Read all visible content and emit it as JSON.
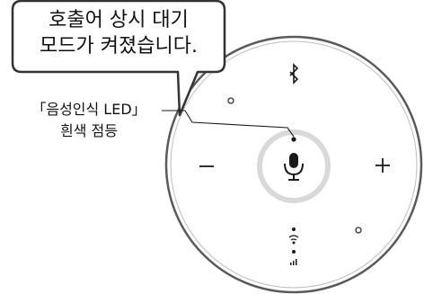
{
  "callout": {
    "line1": "호출어 상시 대기",
    "line2": "모드가 켜졌습니다."
  },
  "led_label": {
    "line1": "「음성인식 LED」",
    "line2": "흰색 점등"
  },
  "device": {
    "minus_symbol": "−",
    "plus_symbol": "+",
    "top_icon": "bluetooth-icon",
    "center_icon": "microphone-icon",
    "status_icons": [
      "wifi-icon",
      "signal-bars-icon"
    ],
    "led_color": "#ffffff"
  }
}
